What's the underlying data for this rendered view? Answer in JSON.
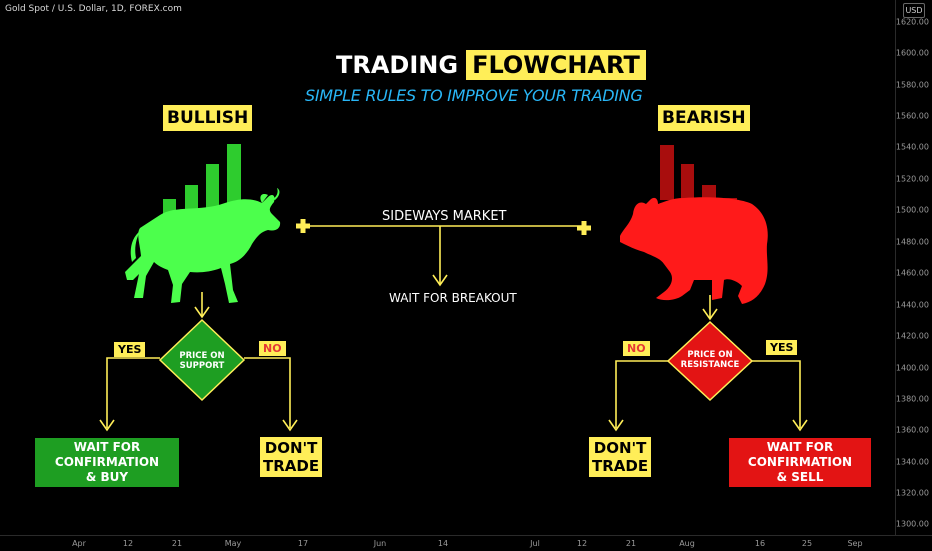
{
  "chart_header": {
    "symbol_line": "Gold Spot / U.S. Dollar, 1D, FOREX.com",
    "currency": "USD"
  },
  "price_axis": [
    "1620.00",
    "1600.00",
    "1580.00",
    "1560.00",
    "1540.00",
    "1520.00",
    "1500.00",
    "1480.00",
    "1460.00",
    "1440.00",
    "1420.00",
    "1400.00",
    "1380.00",
    "1360.00",
    "1340.00",
    "1320.00",
    "1300.00"
  ],
  "time_axis": [
    "Apr",
    "12",
    "21",
    "May",
    "17",
    "Jun",
    "14",
    "Jul",
    "12",
    "21",
    "Aug",
    "16",
    "25",
    "Sep"
  ],
  "title": {
    "part1": "TRADING",
    "part2": "FLOWCHART"
  },
  "subtitle": "SIMPLE RULES TO IMPROVE YOUR TRADING",
  "bullish": {
    "label": "BULLISH",
    "decision": "PRICE ON SUPPORT",
    "yes": "YES",
    "no": "NO",
    "yes_outcome_line1": "WAIT FOR CONFIRMATION",
    "yes_outcome_line2": "& BUY",
    "no_outcome_line1": "DON'T",
    "no_outcome_line2": "TRADE",
    "color": "#1e9e22"
  },
  "bearish": {
    "label": "BEARISH",
    "decision": "PRICE ON RESISTANCE",
    "yes": "YES",
    "no": "NO",
    "yes_outcome_line1": "WAIT FOR CONFIRMATION",
    "yes_outcome_line2": "& SELL",
    "no_outcome_line1": "DON'T",
    "no_outcome_line2": "TRADE",
    "color": "#e31414"
  },
  "sideways": {
    "label": "SIDEWAYS MARKET",
    "action": "WAIT FOR BREAKOUT"
  },
  "colors": {
    "highlight": "#ffee58",
    "subtitle": "#29b6f6",
    "bull": "#4cff4c",
    "bear": "#ff1a1a"
  }
}
